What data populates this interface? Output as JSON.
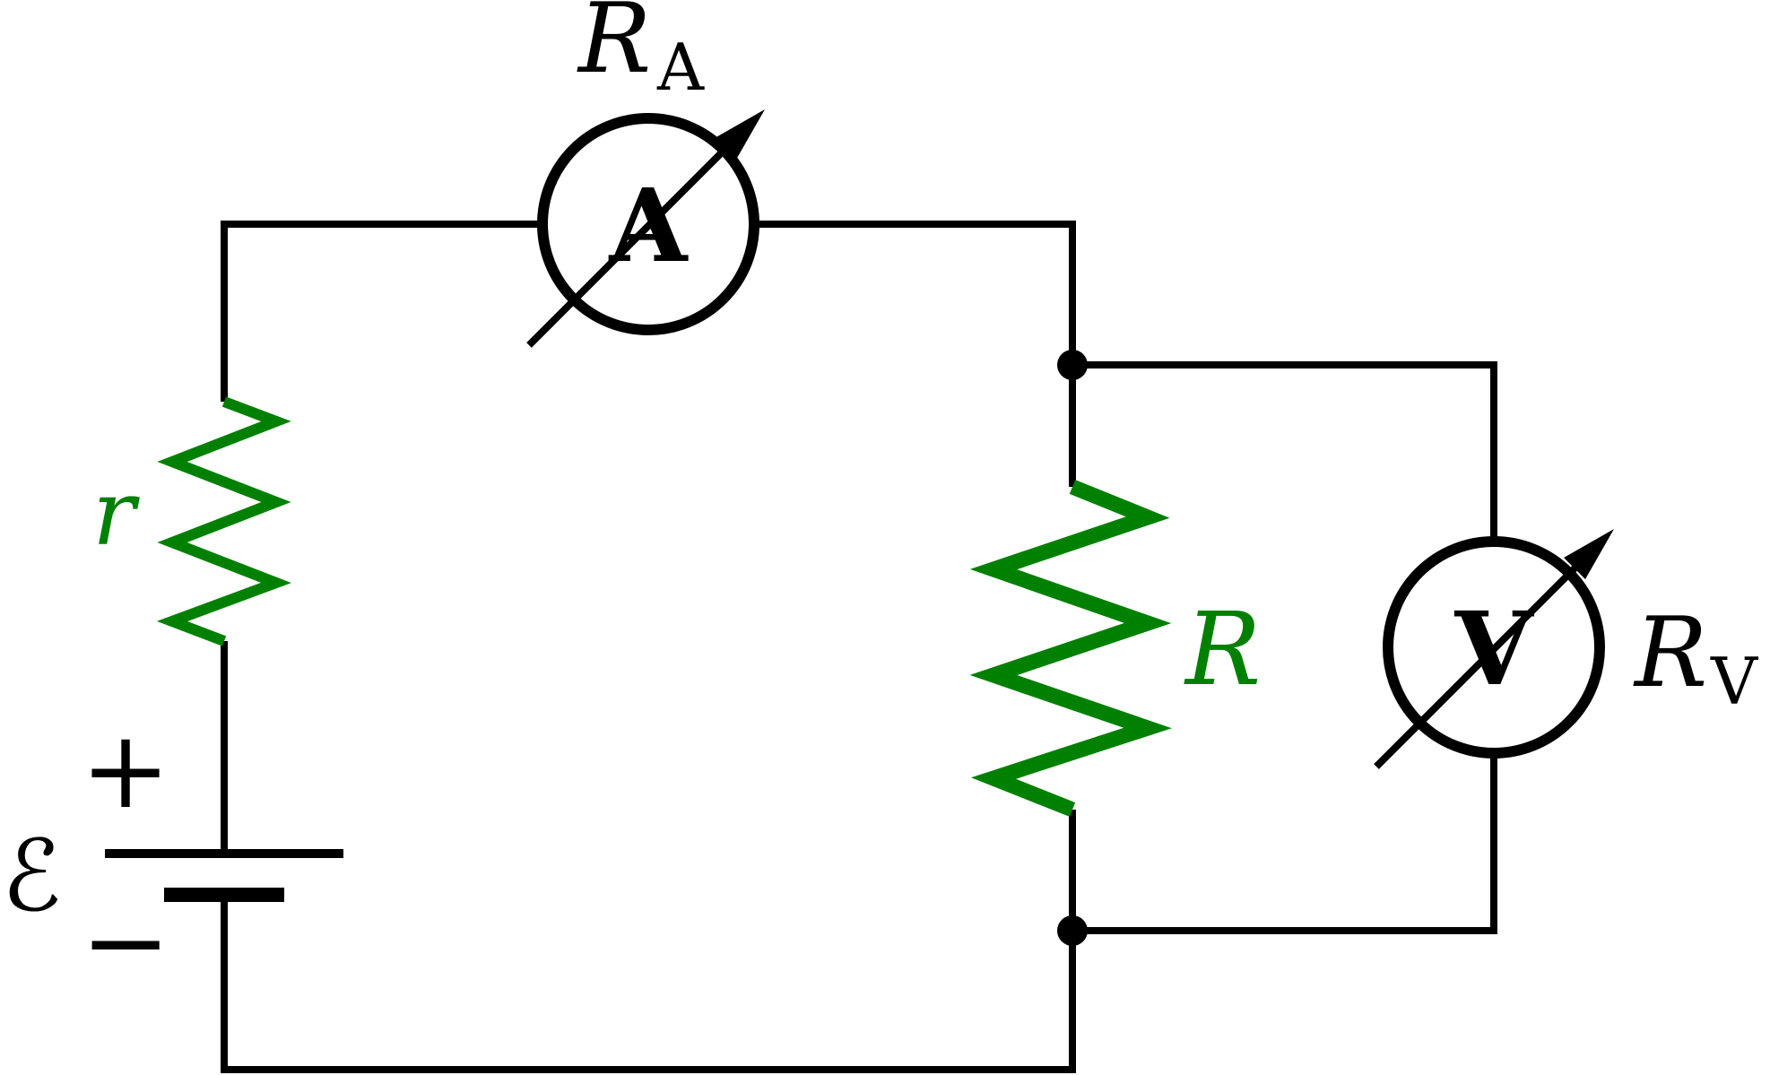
{
  "page": {
    "background": "#ffffff"
  },
  "colors": {
    "wire": "#000000",
    "resistor": "#008000",
    "meter_stroke": "#000000",
    "text": "#000000"
  },
  "labels": {
    "ammeter_resistance_base": "R",
    "ammeter_resistance_sub": "A",
    "ammeter_letter": "A",
    "internal_resistance": "r",
    "emf_symbol": "ℰ",
    "battery_plus": "+",
    "battery_minus": "−",
    "load_resistance": "R",
    "voltmeter_letter": "V",
    "voltmeter_resistance_base": "R",
    "voltmeter_resistance_sub": "V"
  }
}
